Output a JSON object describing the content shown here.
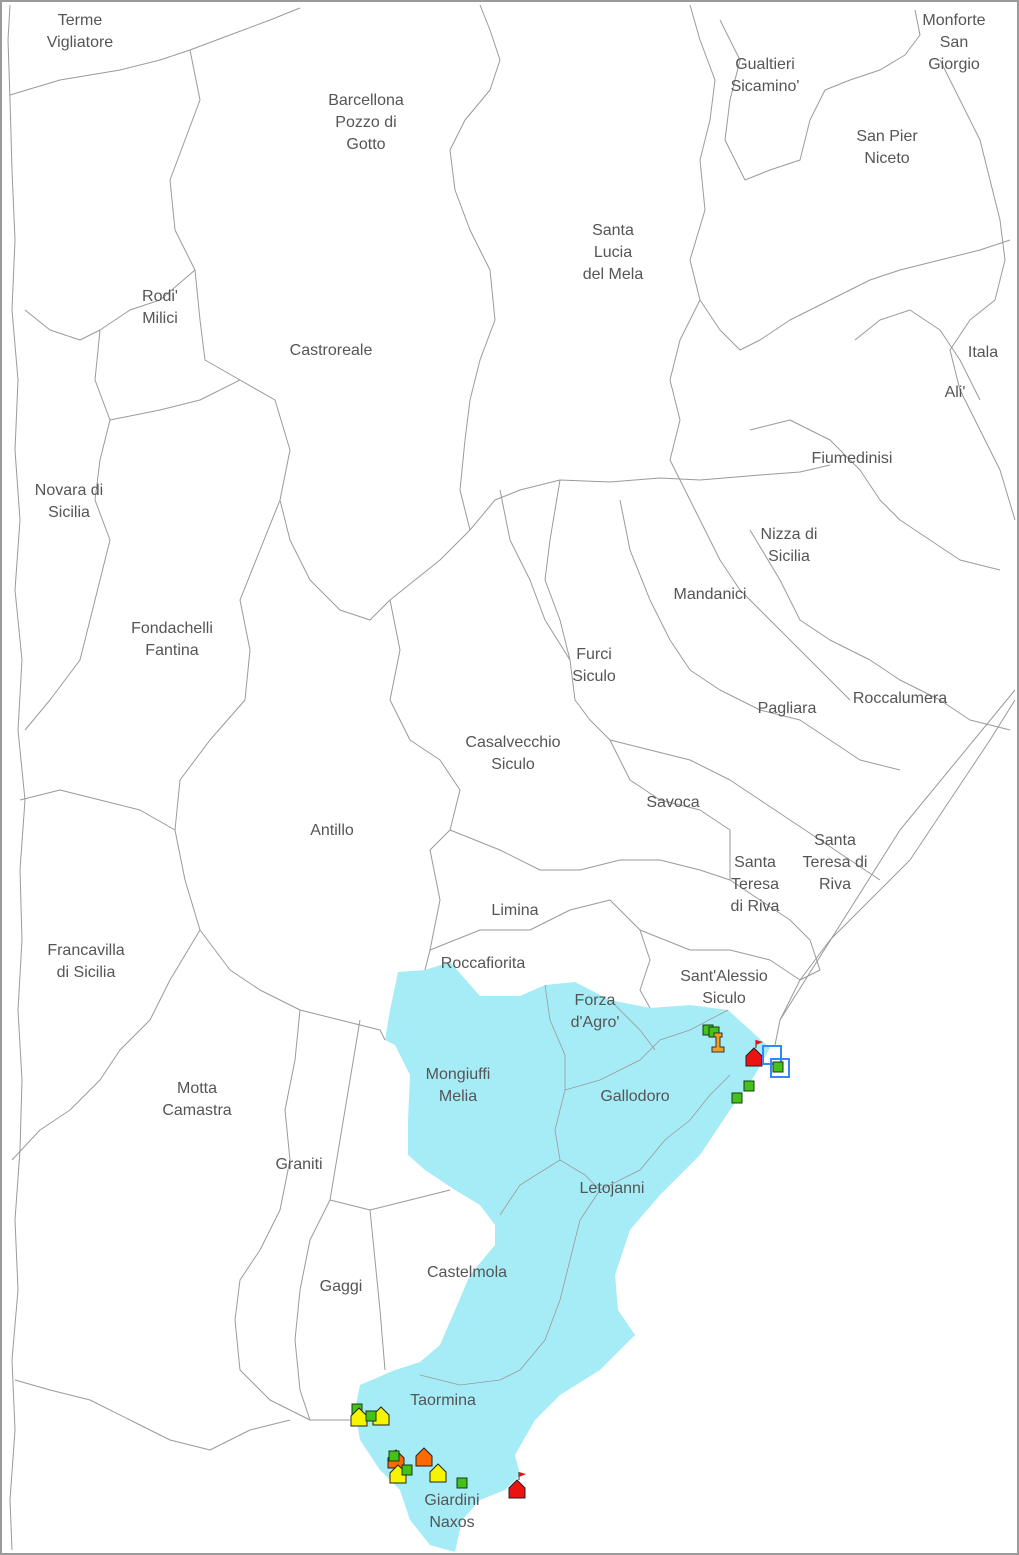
{
  "map": {
    "highlight_color": "#a6ecf7",
    "boundary_color": "#9a9a9a",
    "label_color": "#555555",
    "municipalities": [
      {
        "id": "terme-vigliatore",
        "label": "Terme\nVigliatore",
        "highlighted": false
      },
      {
        "id": "barcellona",
        "label": "Barcellona\nPozzo di\nGotto",
        "highlighted": false
      },
      {
        "id": "gualtieri",
        "label": "Gualtieri\nSicamino'",
        "highlighted": false
      },
      {
        "id": "monforte",
        "label": "Monforte\nSan\nGiorgio",
        "highlighted": false
      },
      {
        "id": "san-pier-niceto",
        "label": "San Pier\nNiceto",
        "highlighted": false
      },
      {
        "id": "santa-lucia",
        "label": "Santa\nLucia\ndel Mela",
        "highlighted": false
      },
      {
        "id": "rodi-milici",
        "label": "Rodi'\nMilici",
        "highlighted": false
      },
      {
        "id": "castroreale",
        "label": "Castroreale",
        "highlighted": false
      },
      {
        "id": "itala",
        "label": "Itala",
        "highlighted": false
      },
      {
        "id": "ali",
        "label": "Ali'",
        "highlighted": false
      },
      {
        "id": "fiumedinisi",
        "label": "Fiumedinisi",
        "highlighted": false
      },
      {
        "id": "novara",
        "label": "Novara di\nSicilia",
        "highlighted": false
      },
      {
        "id": "nizza",
        "label": "Nizza di\nSicilia",
        "highlighted": false
      },
      {
        "id": "mandanici",
        "label": "Mandanici",
        "highlighted": false
      },
      {
        "id": "fondachelli",
        "label": "Fondachelli\nFantina",
        "highlighted": false
      },
      {
        "id": "furci",
        "label": "Furci\nSiculo",
        "highlighted": false
      },
      {
        "id": "pagliara",
        "label": "Pagliara",
        "highlighted": false
      },
      {
        "id": "roccalumera",
        "label": "Roccalumera",
        "highlighted": false
      },
      {
        "id": "casalvecchio",
        "label": "Casalvecchio\nSiculo",
        "highlighted": false
      },
      {
        "id": "savoca",
        "label": "Savoca",
        "highlighted": false
      },
      {
        "id": "antillo",
        "label": "Antillo",
        "highlighted": false
      },
      {
        "id": "santa-teresa-1",
        "label": "Santa\nTeresa di\nRiva",
        "highlighted": false
      },
      {
        "id": "santa-teresa-2",
        "label": "Santa\nTeresa\ndi Riva",
        "highlighted": false
      },
      {
        "id": "limina",
        "label": "Limina",
        "highlighted": false
      },
      {
        "id": "francavilla",
        "label": "Francavilla\ndi Sicilia",
        "highlighted": false
      },
      {
        "id": "roccafiorita",
        "label": "Roccafiorita",
        "highlighted": false
      },
      {
        "id": "sant-alessio",
        "label": "Sant'Alessio\nSiculo",
        "highlighted": false
      },
      {
        "id": "forza-dagro",
        "label": "Forza\nd'Agro'",
        "highlighted": true
      },
      {
        "id": "mongiuffi",
        "label": "Mongiuffi\nMelia",
        "highlighted": true
      },
      {
        "id": "gallodoro",
        "label": "Gallodoro",
        "highlighted": true
      },
      {
        "id": "motta-camastra",
        "label": "Motta\nCamastra",
        "highlighted": false
      },
      {
        "id": "graniti",
        "label": "Graniti",
        "highlighted": false
      },
      {
        "id": "letojanni",
        "label": "Letojanni",
        "highlighted": true
      },
      {
        "id": "castelmola",
        "label": "Castelmola",
        "highlighted": false
      },
      {
        "id": "gaggi",
        "label": "Gaggi",
        "highlighted": false
      },
      {
        "id": "taormina",
        "label": "Taormina",
        "highlighted": true
      },
      {
        "id": "giardini",
        "label": "Giardini\nNaxos",
        "highlighted": true
      }
    ],
    "markers": [
      {
        "type": "green-square",
        "color": "#44c21a"
      },
      {
        "type": "yellow-house",
        "color": "#f5f500"
      },
      {
        "type": "orange-house",
        "color": "#ff6a00"
      },
      {
        "type": "red-house-flag",
        "color": "#ee1111"
      },
      {
        "type": "orange-monument",
        "color": "#f0a020"
      },
      {
        "type": "blue-square",
        "color": "#3388ff"
      }
    ]
  }
}
